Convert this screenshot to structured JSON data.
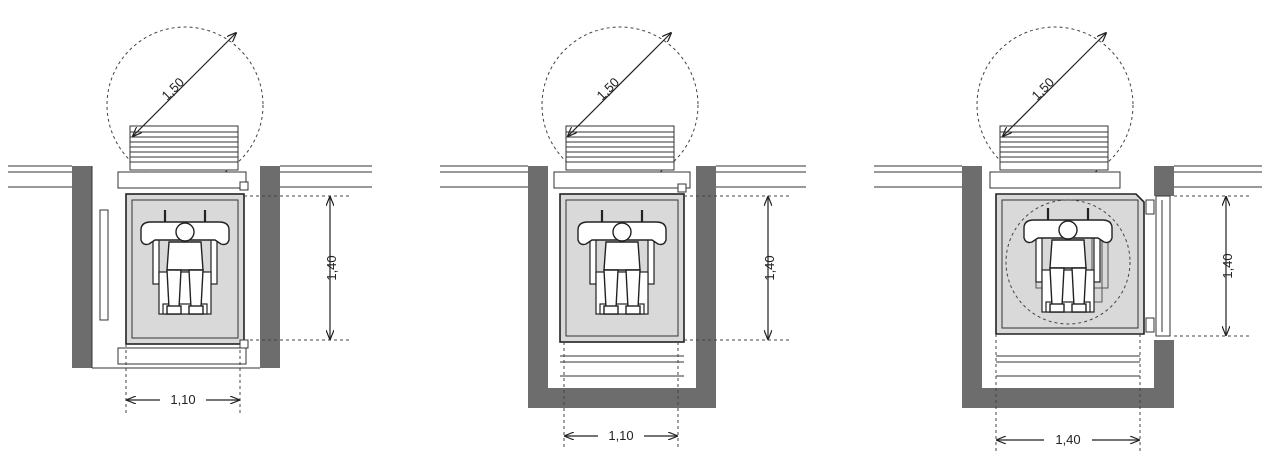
{
  "variants": [
    {
      "turning_circle_label": "1,50",
      "depth_label": "1,40",
      "width_label": "1,10"
    },
    {
      "turning_circle_label": "1,50",
      "depth_label": "1,40",
      "width_label": "1,10"
    },
    {
      "turning_circle_label": "1,50",
      "depth_label": "1,40",
      "width_label": "1,40"
    }
  ],
  "colors": {
    "wall": "#6d6d6d",
    "cabin_floor": "#d9d9d9",
    "line": "#222222"
  }
}
